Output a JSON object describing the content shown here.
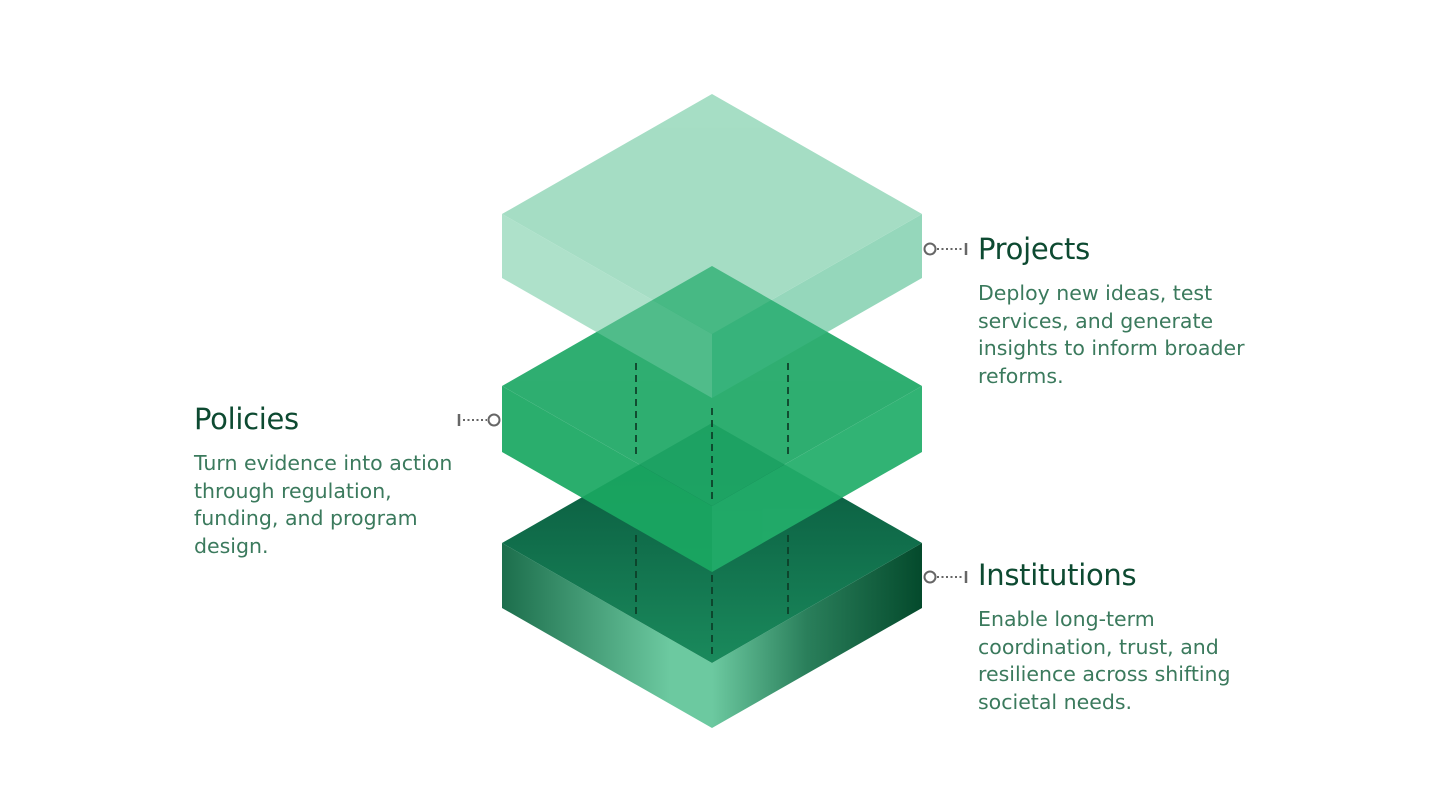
{
  "layers": [
    {
      "title": "Projects",
      "description": "Deploy new ideas, test services, and generate insights to inform broader reforms."
    },
    {
      "title": "Policies",
      "description": "Turn evidence into action through regulation, funding, and program design."
    },
    {
      "title": "Institutions",
      "description": "Enable long-term coordination, trust, and resilience across shifting societal needs."
    }
  ],
  "colors": {
    "projects": "#6cc9a0",
    "policies": "#1aa862",
    "institutions": "#0b5a3c",
    "heading": "#0d4a31",
    "body": "#3b7a5d"
  }
}
